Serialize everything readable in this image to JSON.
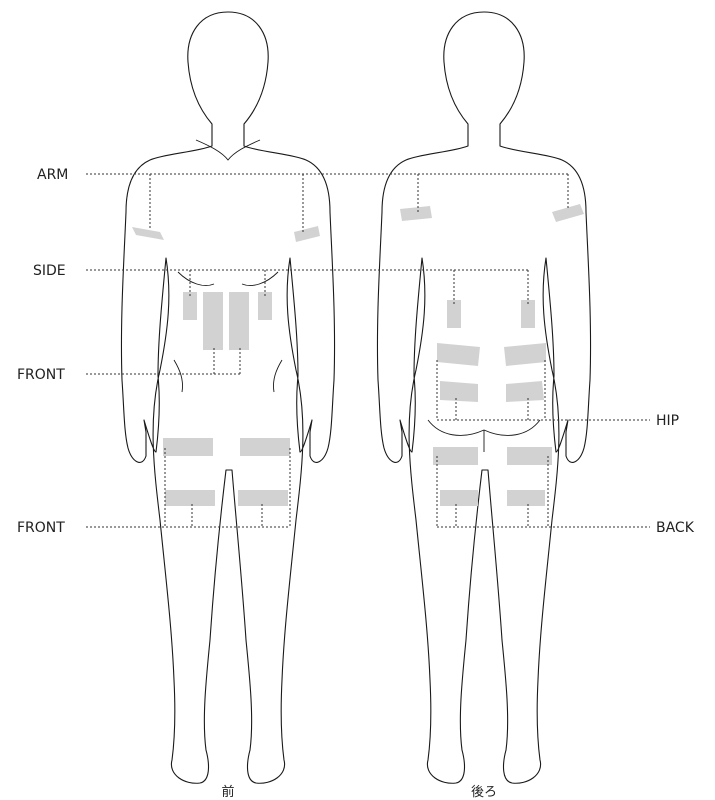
{
  "labels": {
    "arm": "ARM",
    "side": "SIDE",
    "front_torso": "FRONT",
    "front_thigh": "FRONT",
    "hip": "HIP",
    "back": "BACK"
  },
  "captions": {
    "front_view": "前",
    "back_view": "後ろ"
  },
  "colors": {
    "outline": "#1a1a1a",
    "leader": "#333333",
    "patch": "#d2d2d2"
  }
}
